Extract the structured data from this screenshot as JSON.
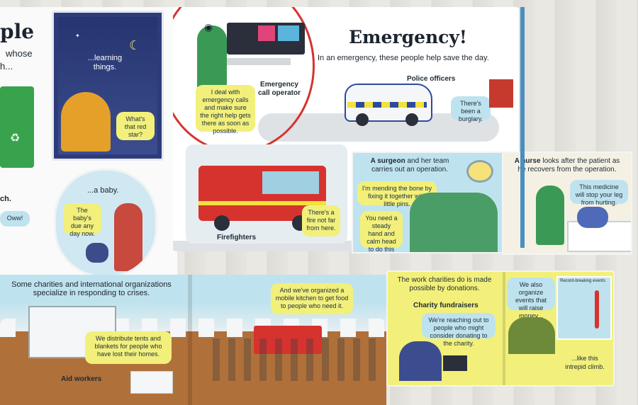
{
  "left_page": {
    "title_fragment": "ple",
    "subtitle_fragment_1": "whose",
    "subtitle_fragment_2": "h...",
    "learning_label": "...learning things.",
    "star_bubble": "What's that red star?",
    "baby_label": "...a baby.",
    "baby_bubble": "The baby's due any day now.",
    "fragment_ch": "ch.",
    "oww_bubble": "Oww!"
  },
  "emergency": {
    "title": "Emergency!",
    "subtitle": "In an emergency, these people help save the day.",
    "call_operator_bubble": "I deal with emergency calls and make sure the right help gets there as soon as possible.",
    "call_operator_label": "Emergency call operator",
    "police_label": "Police officers",
    "police_bubble": "There's been a burglary.",
    "firefighters_label": "Firefighters",
    "fire_bubble": "There's a fire not far from here."
  },
  "surgery": {
    "heading_bold": "A surgeon",
    "heading_rest": " and her team carries out an operation.",
    "bubble_1": "I'm mending the bone by fixing it together with little pins.",
    "bubble_2": "You need a steady hand and calm head to do this job."
  },
  "nurse": {
    "heading_bold": "A nurse",
    "heading_rest": " looks after the patient as he recovers from the operation.",
    "bubble": "This medicine will stop your leg from hurting."
  },
  "charities": {
    "intro": "Some charities and international organizations specialize in responding to crises.",
    "tents_bubble": "We distribute tents and blankets for people who have lost their homes.",
    "aid_label": "Aid workers",
    "kitchen_bubble": "And we've organized a mobile kitchen to get food to people who need it."
  },
  "fundraisers": {
    "intro": "The work charities do is made possible by donations.",
    "label": "Charity fundraisers",
    "bubble_1": "We're reaching out to people who might consider donating to the charity.",
    "bubble_2": "We also organize events that will raise money...",
    "record_label": "Record-breaking events",
    "climb_label": "...like this intrepid climb."
  },
  "colors": {
    "page_white": "#ffffff",
    "bubble_yellow": "#f2f07a",
    "bubble_blue": "#bfe3ee",
    "red_line": "#d6332f",
    "sky_blue": "#bfe3ee"
  }
}
